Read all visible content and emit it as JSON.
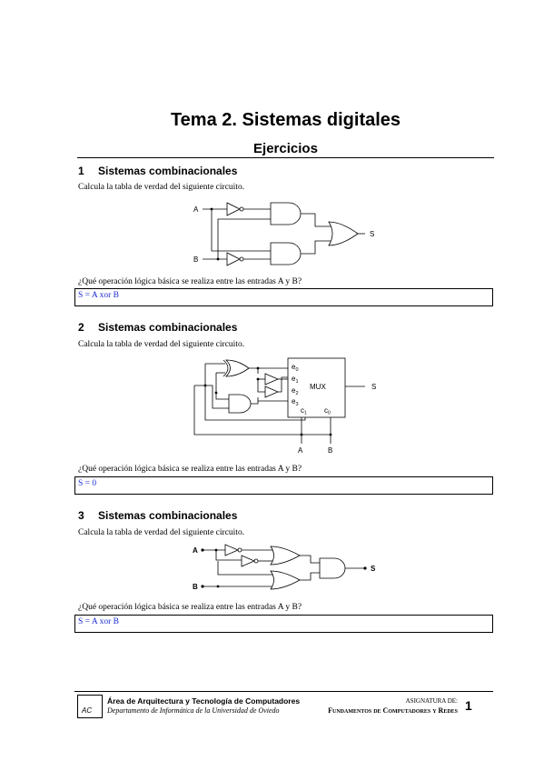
{
  "header": {
    "title": "Tema 2. Sistemas digitales",
    "subtitle": "Ejercicios"
  },
  "exercises": [
    {
      "number": "1",
      "heading": "Sistemas combinacionales",
      "instruction": "Calcula la tabla de verdad del siguiente circuito.",
      "question": "¿Qué operación lógica básica se realiza entre las entradas A y B?",
      "answer": "S = A xor B",
      "diagram": {
        "input_a": "A",
        "input_b": "B",
        "output": "S"
      }
    },
    {
      "number": "2",
      "heading": "Sistemas combinacionales",
      "instruction": "Calcula la tabla de verdad del siguiente circuito.",
      "question": "¿Qué operación lógica básica se realiza entre las entradas A y B?",
      "answer": "S = 0",
      "diagram": {
        "mux_label": "MUX",
        "mux_inputs": [
          "e",
          "e",
          "e",
          "e"
        ],
        "mux_input_subs": [
          "0",
          "1",
          "2",
          "3"
        ],
        "mux_selects": [
          "c",
          "c"
        ],
        "mux_select_subs": [
          "1",
          "0"
        ],
        "output": "S",
        "input_a": "A",
        "input_b": "B"
      }
    },
    {
      "number": "3",
      "heading": "Sistemas combinacionales",
      "instruction": "Calcula la tabla de verdad del siguiente circuito.",
      "question": "¿Qué operación lógica básica se realiza entre las entradas A y B?",
      "answer": "S = A xor B",
      "diagram": {
        "input_a": "A",
        "input_b": "B",
        "output": "S"
      }
    }
  ],
  "footer": {
    "org": "Área de Arquitectura y Tecnología de Computadores",
    "dept": "Departamento de Informática de la Universidad de Oviedo",
    "subject_label": "ASIGNATURA DE:",
    "subject_name": "Fundamentos de Computadores y Redes",
    "page": "1",
    "logo_text": "AC"
  }
}
